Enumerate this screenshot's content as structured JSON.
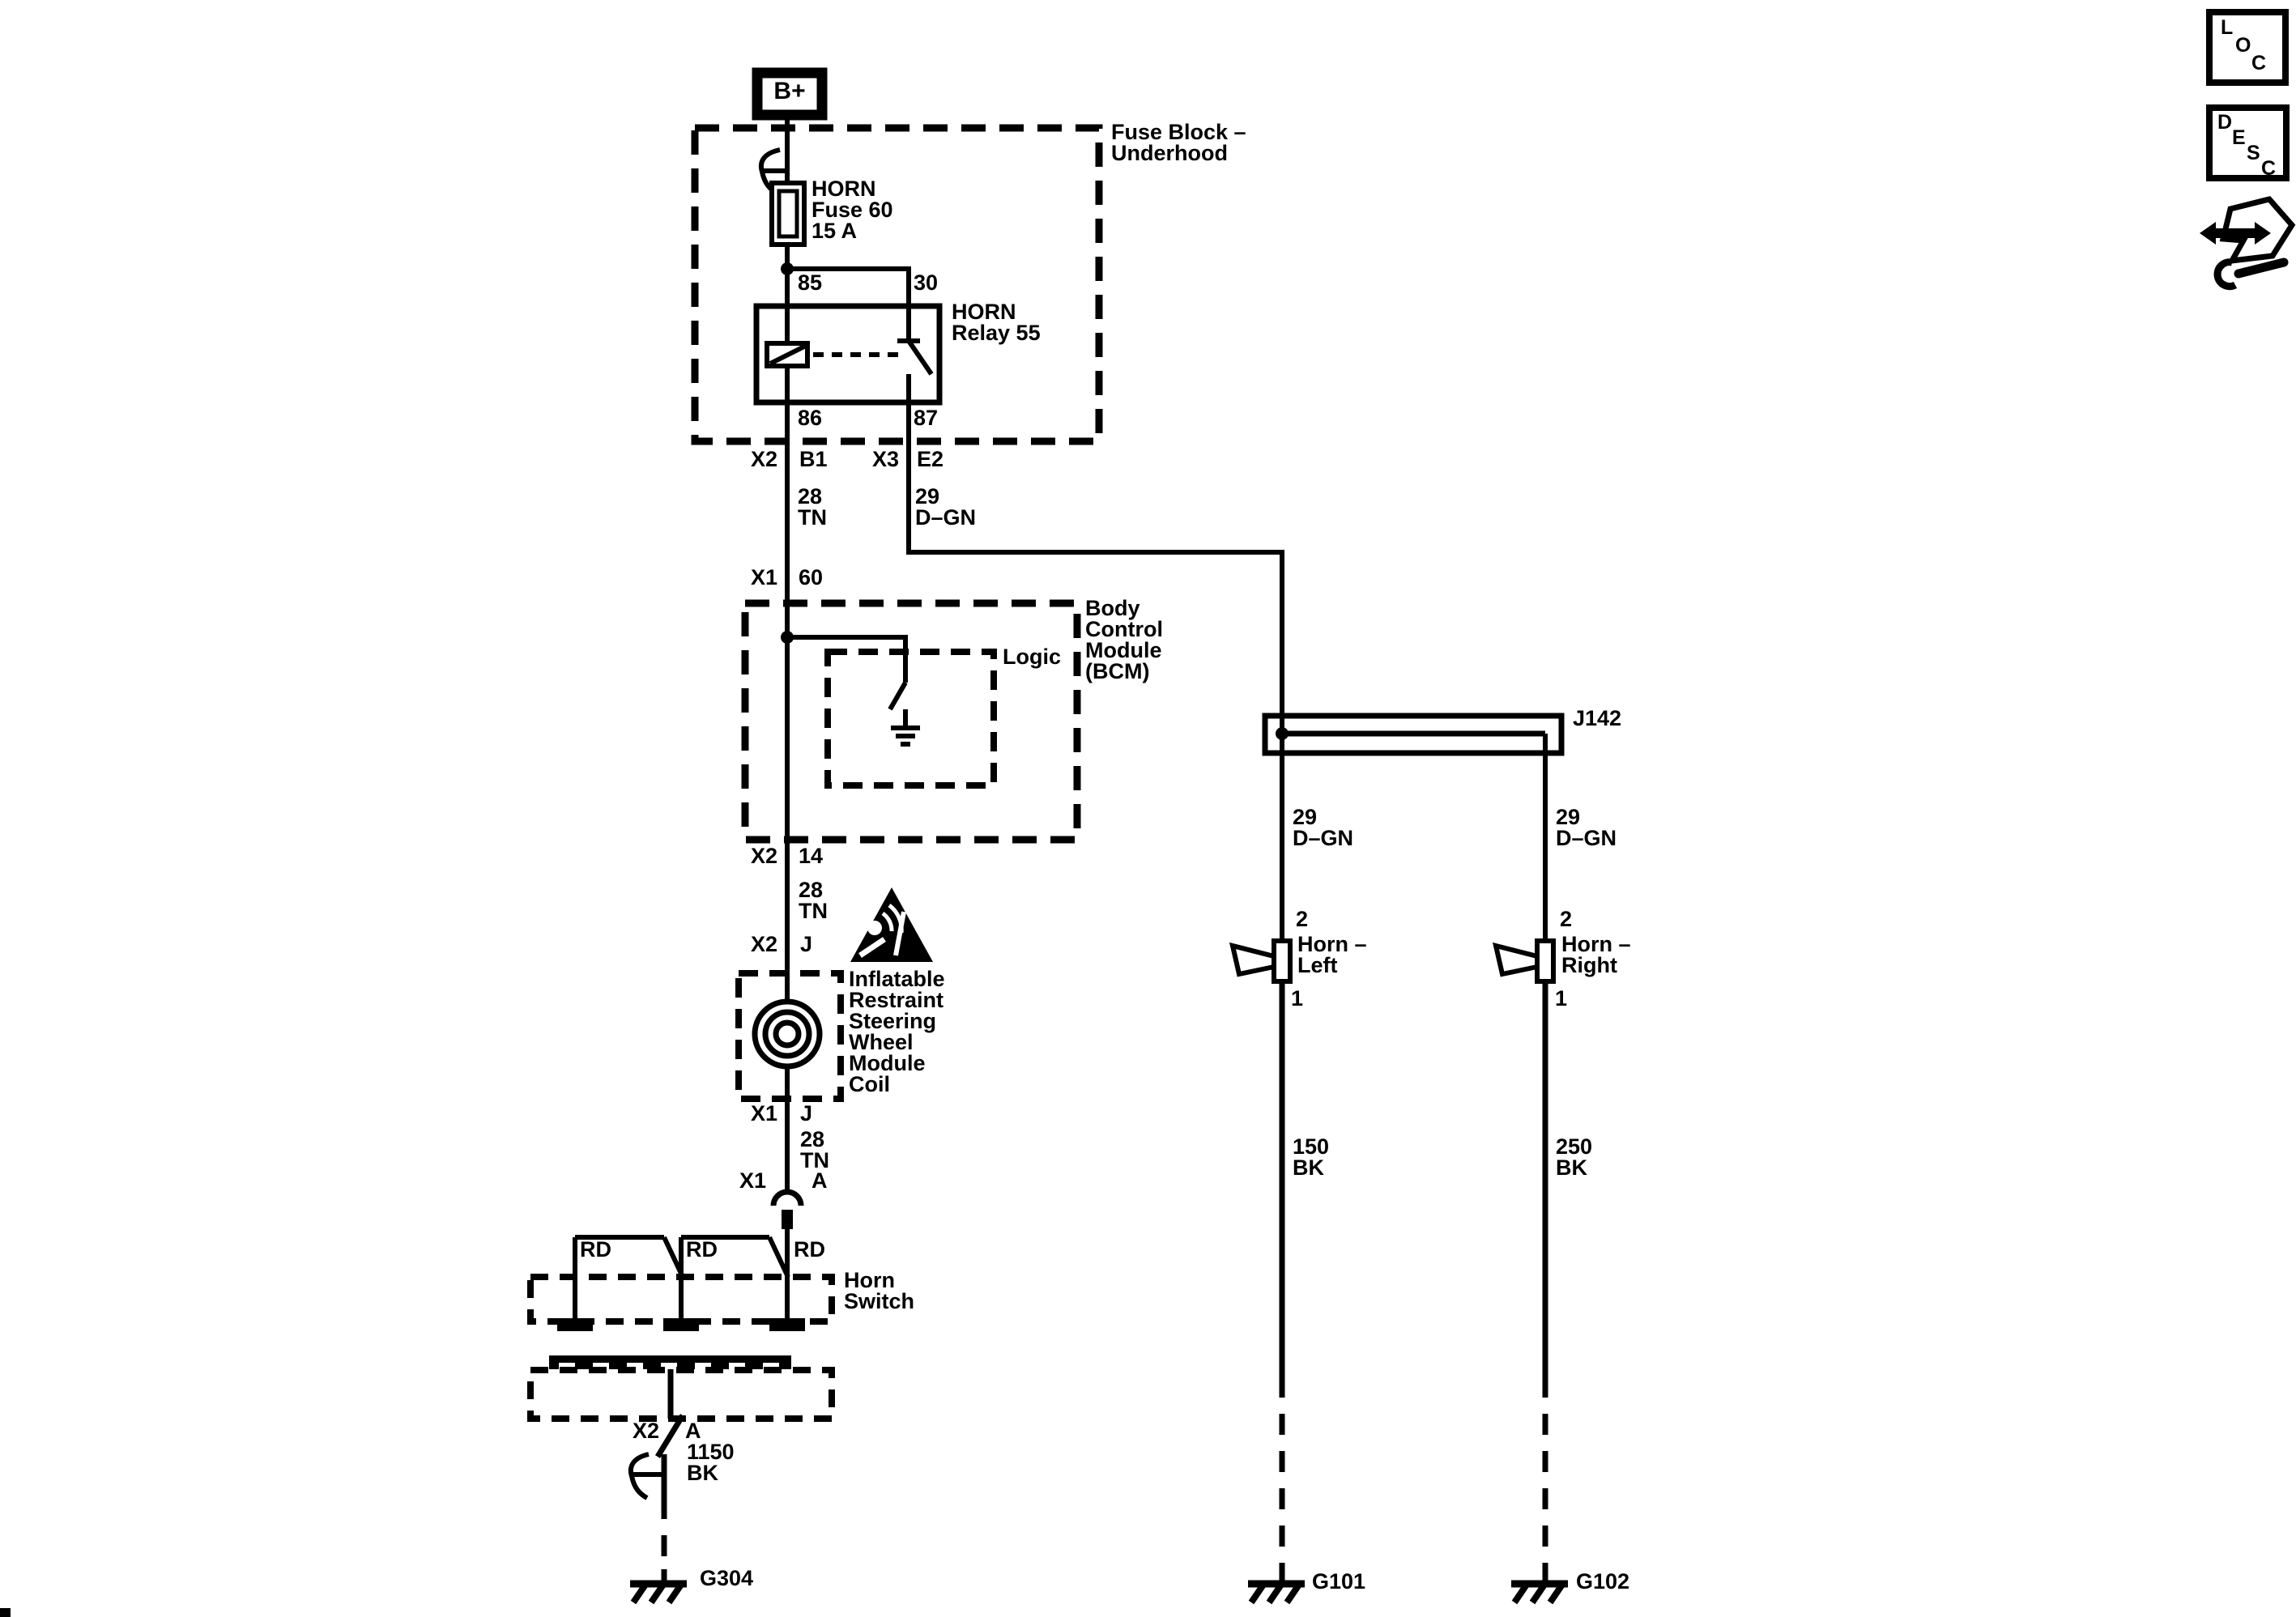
{
  "colors": {
    "ink": "#000000",
    "paper": "#ffffff"
  },
  "diagram": {
    "battery": "B+",
    "fuse_block": {
      "name": "Fuse Block –\nUnderhood",
      "fuse": "HORN\nFuse 60\n15 A",
      "relay": "HORN\nRelay 55"
    },
    "pins": {
      "p85": "85",
      "p30": "30",
      "p86": "86",
      "p87": "87",
      "x2b1_x2": "X2",
      "x2b1_b1": "B1",
      "x3e2_x3": "X3",
      "x3e2_e2": "E2",
      "x1_60_x1": "X1",
      "x1_60_60": "60",
      "x2_14_x2": "X2",
      "x2_14_14": "14",
      "x2_j_x2": "X2",
      "x2_j_j": "J",
      "x1_j_x1": "X1",
      "x1_j_j": "J",
      "x1_a_x1": "X1",
      "x1_a_a": "A",
      "x2_a_x2": "X2",
      "x2_a_a": "A",
      "horn2_l": "2",
      "horn1_l": "1",
      "horn2_r": "2",
      "horn1_r": "1"
    },
    "wires": {
      "tn1": "28\nTN",
      "tn2": "28\nTN",
      "tn3": "28\nTN",
      "dgn1": "29\nD–GN",
      "dgn_left": "29\nD–GN",
      "dgn_right": "29\nD–GN",
      "bk150": "150\nBK",
      "bk250": "250\nBK",
      "bk1150": "1150\nBK"
    },
    "modules": {
      "bcm": "Body\nControl\nModule\n(BCM)",
      "logic": "Logic",
      "coil": "Inflatable\nRestraint\nSteering\nWheel\nModule\nCoil",
      "horn_switch": "Horn\nSwitch",
      "horn_left": "Horn –\nLeft",
      "horn_right": "Horn –\nRight",
      "junction": "J142"
    },
    "grounds": {
      "g304": "G304",
      "g101": "G101",
      "g102": "G102"
    },
    "switch_contacts": [
      "RD",
      "RD",
      "RD"
    ],
    "corner_icons": {
      "loc": [
        "L",
        "O",
        "C"
      ],
      "desc": [
        "D",
        "E",
        "S",
        "C"
      ]
    }
  }
}
